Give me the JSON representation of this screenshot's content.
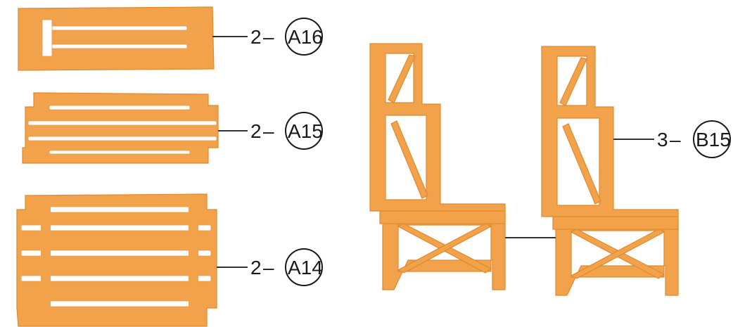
{
  "callouts": [
    {
      "qty": "2",
      "dash": "–",
      "code": "A16"
    },
    {
      "qty": "2",
      "dash": "–",
      "code": "A15"
    },
    {
      "qty": "2",
      "dash": "–",
      "code": "A14"
    },
    {
      "qty": "3",
      "dash": "–",
      "code": "B15"
    }
  ],
  "colors": {
    "part_fill": "#f2a24a",
    "part_edge": "#e08a2e",
    "line": "#333333"
  }
}
